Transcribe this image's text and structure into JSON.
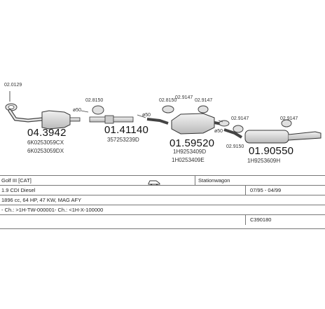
{
  "parts": {
    "p1": {
      "code": "04.3942",
      "refs": [
        "6K0253059CX",
        "6K0253059DX"
      ]
    },
    "p2": {
      "code": "01.41140",
      "refs": [
        "357253239D"
      ]
    },
    "p3": {
      "code": "01.59520",
      "refs": [
        "1H9253409D",
        "1H0253409E"
      ]
    },
    "p4": {
      "code": "01.90550",
      "refs": [
        "1H9253609H"
      ]
    }
  },
  "small_labels": {
    "top_left": "02.0129",
    "clamp_a": "02.8150",
    "clamp_b": "02.8150",
    "clamp_c": "02.9147",
    "clamp_d": "02.9147",
    "clamp_e": "02.9147",
    "clamp_f": "02.9147",
    "clamp_g": "02.9150",
    "dia_1": "ø50",
    "dia_2": "ø50",
    "dia_3": "ø50"
  },
  "info": {
    "model": "Golf III [CAT]",
    "body": "Stationwagon",
    "engine": "1.9 CDI Diesel",
    "years": "07/95 - 04/99",
    "spec": "1896 cc, 64 HP, 47 KW, MAG AFY",
    "chassis": "- Ch.: >1H-TW-000001- Ch.: <1H-X-100000",
    "catalog": "C390180"
  },
  "colors": {
    "line": "#555555",
    "fill": "#d9d9d9"
  }
}
